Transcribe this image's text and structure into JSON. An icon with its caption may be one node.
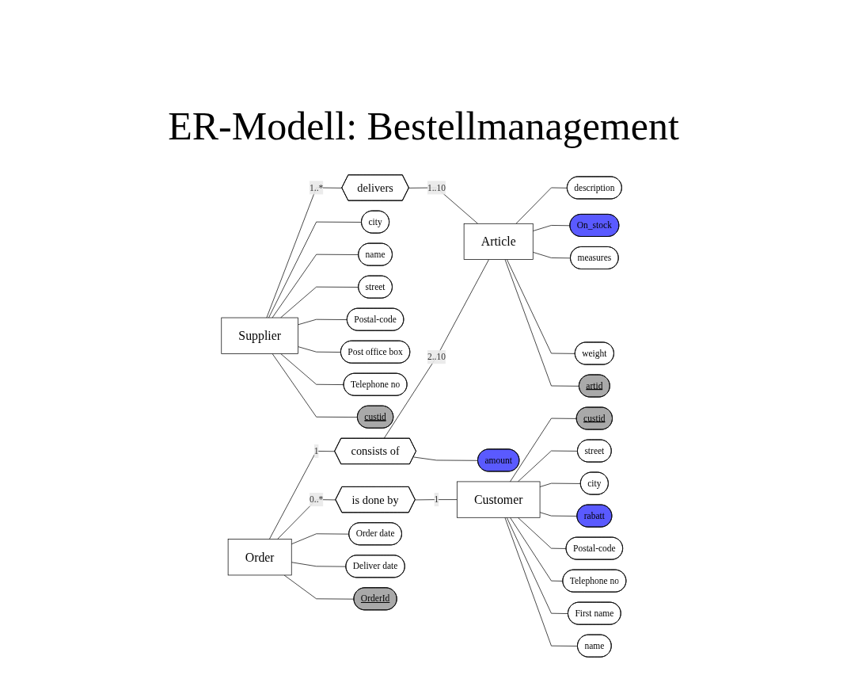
{
  "diagram": {
    "title": "ER-Modell: Bestellmanagement",
    "nodes": [
      {
        "text": [
          "Supplier"
        ]
      },
      {
        "text": [
          "delivers"
        ]
      },
      {
        "text": [
          "Article"
        ]
      },
      {
        "text": [
          "consists of"
        ]
      },
      {
        "text": [
          "Order"
        ]
      },
      {
        "text": [
          "is done by"
        ]
      },
      {
        "text": [
          "Customer"
        ]
      },
      {
        "text": [
          "city"
        ]
      },
      {
        "text": [
          "name"
        ]
      },
      {
        "text": [
          "street"
        ]
      },
      {
        "text": [
          "Postal-code"
        ]
      },
      {
        "text": [
          "Post office box"
        ]
      },
      {
        "text": [
          "Telephone no"
        ]
      },
      {
        "text": [
          "custid"
        ]
      },
      {
        "text": [
          "description"
        ]
      },
      {
        "text": [
          "On_stock"
        ]
      },
      {
        "text": [
          "measures"
        ]
      },
      {
        "text": [
          "weight"
        ]
      },
      {
        "text": [
          "artid"
        ]
      },
      {
        "text": [
          "amount"
        ]
      },
      {
        "text": [
          "Order date"
        ]
      },
      {
        "text": [
          "Deliver date"
        ]
      },
      {
        "text": [
          "OrderId"
        ]
      },
      {
        "text": [
          "custid"
        ]
      },
      {
        "text": [
          "street"
        ]
      },
      {
        "text": [
          "city"
        ]
      },
      {
        "text": [
          "rabatt"
        ]
      },
      {
        "text": [
          "Postal-code"
        ]
      },
      {
        "text": [
          "Telephone no"
        ]
      },
      {
        "text": [
          "First name"
        ]
      },
      {
        "text": [
          "name"
        ]
      }
    ],
    "edges": [
      {
        "from": 0,
        "to": 1,
        "arrow": "none",
        "label": "1..*"
      },
      {
        "from": 1,
        "to": 2,
        "arrow": "none",
        "label": "1..10"
      },
      {
        "from": 4,
        "to": 3,
        "arrow": "none",
        "label": "1"
      },
      {
        "from": 3,
        "to": 2,
        "arrow": "none",
        "label": "2..10"
      },
      {
        "from": 4,
        "to": 5,
        "arrow": "none",
        "label": "0..*"
      },
      {
        "from": 5,
        "to": 6,
        "arrow": "none",
        "label": "1"
      },
      {
        "from": 0,
        "to": 7,
        "arrow": "none"
      },
      {
        "from": 0,
        "to": 8,
        "arrow": "none"
      },
      {
        "from": 0,
        "to": 9,
        "arrow": "none"
      },
      {
        "from": 0,
        "to": 10,
        "arrow": "none"
      },
      {
        "from": 0,
        "to": 11,
        "arrow": "none"
      },
      {
        "from": 0,
        "to": 12,
        "arrow": "none"
      },
      {
        "from": 0,
        "to": 13,
        "arrow": "none"
      },
      {
        "from": 2,
        "to": 14,
        "arrow": "none"
      },
      {
        "from": 2,
        "to": 15,
        "arrow": "none"
      },
      {
        "from": 2,
        "to": 16,
        "arrow": "none"
      },
      {
        "from": 2,
        "to": 17,
        "arrow": "none"
      },
      {
        "from": 2,
        "to": 18,
        "arrow": "none"
      },
      {
        "from": 3,
        "to": 19,
        "arrow": "none"
      },
      {
        "from": 4,
        "to": 20,
        "arrow": "none"
      },
      {
        "from": 4,
        "to": 21,
        "arrow": "none"
      },
      {
        "from": 4,
        "to": 22,
        "arrow": "none"
      },
      {
        "from": 6,
        "to": 23,
        "arrow": "none"
      },
      {
        "from": 6,
        "to": 24,
        "arrow": "none"
      },
      {
        "from": 6,
        "to": 25,
        "arrow": "none"
      },
      {
        "from": 6,
        "to": 26,
        "arrow": "none"
      },
      {
        "from": 6,
        "to": 27,
        "arrow": "none"
      },
      {
        "from": 6,
        "to": 28,
        "arrow": "none"
      },
      {
        "from": 6,
        "to": 29,
        "arrow": "none"
      },
      {
        "from": 6,
        "to": 30,
        "arrow": "none"
      }
    ]
  }
}
